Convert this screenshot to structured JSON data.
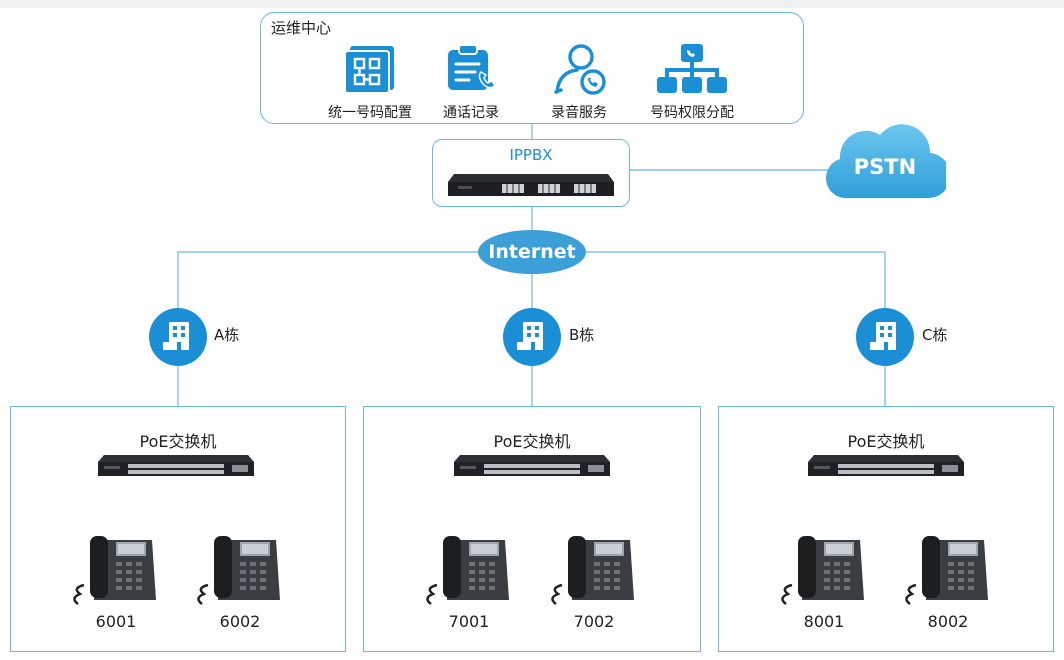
{
  "ops_center": {
    "title": "运维中心",
    "items": [
      {
        "label": "统一号码配置",
        "icon": "grid-config-icon"
      },
      {
        "label": "通话记录",
        "icon": "call-log-icon"
      },
      {
        "label": "录音服务",
        "icon": "recording-user-icon"
      },
      {
        "label": "号码权限分配",
        "icon": "org-tree-icon"
      }
    ]
  },
  "ippbx": {
    "label": "IPPBX"
  },
  "pstn": {
    "label": "PSTN"
  },
  "internet": {
    "label": "Internet"
  },
  "buildings": [
    {
      "label": "A栋",
      "switch_label": "PoE交换机",
      "phones": [
        "6001",
        "6002"
      ]
    },
    {
      "label": "B栋",
      "switch_label": "PoE交换机",
      "phones": [
        "7001",
        "7002"
      ]
    },
    {
      "label": "C栋",
      "switch_label": "PoE交换机",
      "phones": [
        "8001",
        "8002"
      ]
    }
  ],
  "colors": {
    "accent": "#1a8fd6",
    "line": "#6fb8dd",
    "cloud": "#4ab3e6"
  }
}
